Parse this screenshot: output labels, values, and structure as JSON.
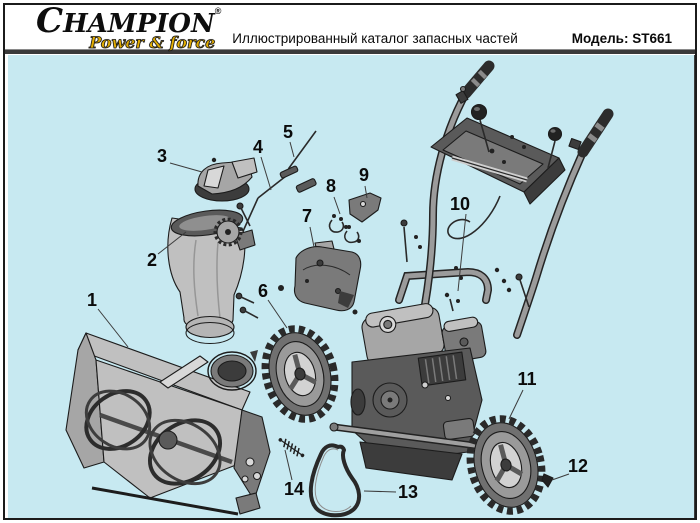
{
  "header": {
    "logo": {
      "brand": "CHAMPION",
      "reg": "®",
      "tagline": "Power & force",
      "tagline_color": "#e2ac00",
      "brand_color": "#0d0d0d"
    },
    "title": "Иллюстрированный каталог запасных частей",
    "model": "Модель: ST661"
  },
  "diagram": {
    "bg_color": "#c7e9f1",
    "labels": [
      {
        "number": "1"
      },
      {
        "number": "2"
      },
      {
        "number": "3"
      },
      {
        "number": "4"
      },
      {
        "number": "5"
      },
      {
        "number": "6"
      },
      {
        "number": "7"
      },
      {
        "number": "8"
      },
      {
        "number": "9"
      },
      {
        "number": "10"
      },
      {
        "number": "11"
      },
      {
        "number": "12"
      },
      {
        "number": "13"
      },
      {
        "number": "14"
      }
    ]
  }
}
